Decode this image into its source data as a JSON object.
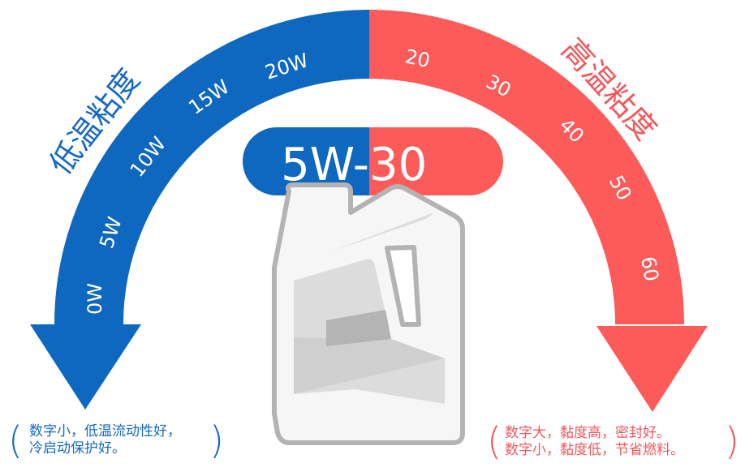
{
  "colors": {
    "blue": "#0f68bf",
    "red": "#fd5a5a",
    "bottle_outline": "#b3b3b3",
    "bottle_fill": "#f6f6f6",
    "bottle_shade_light": "#dcdcdc",
    "bottle_shade_mid": "#cfcfcf",
    "bottle_shade_dark": "#b4b4b4"
  },
  "left_title": "低温粘度",
  "right_title": "高温粘度",
  "badge": {
    "left_part": "5W-",
    "right_part": "30"
  },
  "left_scale": [
    "0W",
    "5W",
    "10W",
    "15W",
    "20W"
  ],
  "right_scale": [
    "20",
    "30",
    "40",
    "50",
    "60"
  ],
  "left_note": {
    "line1": "数字小，低温流动性好，",
    "line2": "冷启动保护好。",
    "open_paren": "(",
    "close_paren": ")"
  },
  "right_note": {
    "line1": "数字大，黏度高，密封好。",
    "line2": "数字小，黏度低，节省燃料。",
    "open_paren": "(",
    "close_paren": ")"
  },
  "icons": {
    "bottle": "oil-jug-icon",
    "left_arrow": "arrow-down-icon",
    "right_arrow": "arrow-down-icon"
  }
}
